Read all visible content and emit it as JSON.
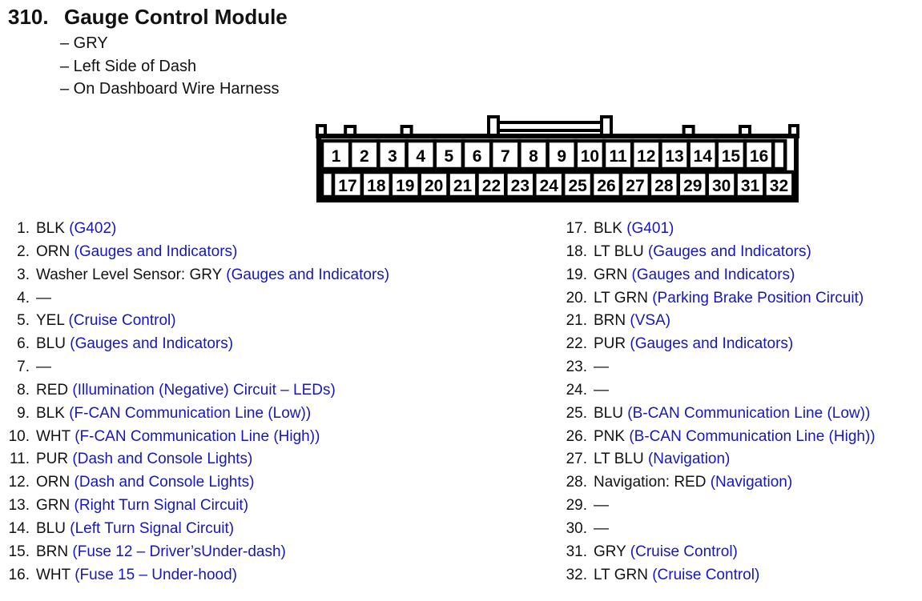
{
  "page": {
    "background": "#ffffff",
    "text_color": "#121212",
    "circuit_link_color": "#1717bb"
  },
  "header": {
    "number": "310.",
    "title": "Gauge Control Module",
    "details": [
      "– GRY",
      "– Left Side of Dash",
      "– On Dashboard Wire Harness"
    ]
  },
  "connector": {
    "top_pins": [
      "1",
      "2",
      "3",
      "4",
      "5",
      "6",
      "7",
      "8",
      "9",
      "10",
      "11",
      "12",
      "13",
      "14",
      "15",
      "16"
    ],
    "bottom_pins": [
      "17",
      "18",
      "19",
      "20",
      "21",
      "22",
      "23",
      "24",
      "25",
      "26",
      "27",
      "28",
      "29",
      "30",
      "31",
      "32"
    ],
    "outline_color": "#000000",
    "cell_fill": "#ffffff"
  },
  "pin_list": {
    "left": [
      {
        "num": "1.",
        "label": "BLK",
        "circuit": "(G402)"
      },
      {
        "num": "2.",
        "label": "ORN",
        "circuit": "(Gauges and Indicators)"
      },
      {
        "num": "3.",
        "label": "Washer Level Sensor: GRY",
        "circuit": "(Gauges and Indicators)"
      },
      {
        "num": "4.",
        "label": "—",
        "circuit": ""
      },
      {
        "num": "5.",
        "label": "YEL",
        "circuit": "(Cruise Control)"
      },
      {
        "num": "6.",
        "label": "BLU",
        "circuit": "(Gauges and Indicators)"
      },
      {
        "num": "7.",
        "label": "—",
        "circuit": ""
      },
      {
        "num": "8.",
        "label": "RED",
        "circuit": "(Illumination (Negative) Circuit – LEDs)"
      },
      {
        "num": "9.",
        "label": "BLK",
        "circuit": "(F-CAN Communication Line (Low))"
      },
      {
        "num": "10.",
        "label": "WHT",
        "circuit": "(F-CAN Communication Line (High))"
      },
      {
        "num": "11.",
        "label": "PUR",
        "circuit": "(Dash and Console Lights)"
      },
      {
        "num": "12.",
        "label": "ORN",
        "circuit": "(Dash and Console Lights)"
      },
      {
        "num": "13.",
        "label": "GRN",
        "circuit": "(Right Turn Signal Circuit)"
      },
      {
        "num": "14.",
        "label": "BLU",
        "circuit": "(Left Turn Signal Circuit)"
      },
      {
        "num": "15.",
        "label": "BRN",
        "circuit": "(Fuse 12 – Driver’sUnder-dash)"
      },
      {
        "num": "16.",
        "label": "WHT",
        "circuit": "(Fuse 15 – Under-hood)"
      }
    ],
    "right": [
      {
        "num": "17.",
        "label": "BLK",
        "circuit": "(G401)"
      },
      {
        "num": "18.",
        "label": "LT BLU",
        "circuit": "(Gauges and Indicators)"
      },
      {
        "num": "19.",
        "label": "GRN",
        "circuit": "(Gauges and Indicators)"
      },
      {
        "num": "20.",
        "label": "LT GRN",
        "circuit": "(Parking Brake Position Circuit)"
      },
      {
        "num": "21.",
        "label": "BRN",
        "circuit": "(VSA)"
      },
      {
        "num": "22.",
        "label": "PUR",
        "circuit": "(Gauges and Indicators)"
      },
      {
        "num": "23.",
        "label": "—",
        "circuit": ""
      },
      {
        "num": "24.",
        "label": "—",
        "circuit": ""
      },
      {
        "num": "25.",
        "label": "BLU",
        "circuit": "(B-CAN Communication Line (Low))"
      },
      {
        "num": "26.",
        "label": "PNK",
        "circuit": "(B-CAN Communication Line (High))"
      },
      {
        "num": "27.",
        "label": "LT BLU",
        "circuit": "(Navigation)"
      },
      {
        "num": "28.",
        "label": "Navigation: RED",
        "circuit": "(Navigation)"
      },
      {
        "num": "29.",
        "label": "—",
        "circuit": ""
      },
      {
        "num": "30.",
        "label": "—",
        "circuit": ""
      },
      {
        "num": "31.",
        "label": "GRY",
        "circuit": "(Cruise Control)"
      },
      {
        "num": "32.",
        "label": "LT GRN",
        "circuit": "(Cruise Control)"
      }
    ]
  }
}
